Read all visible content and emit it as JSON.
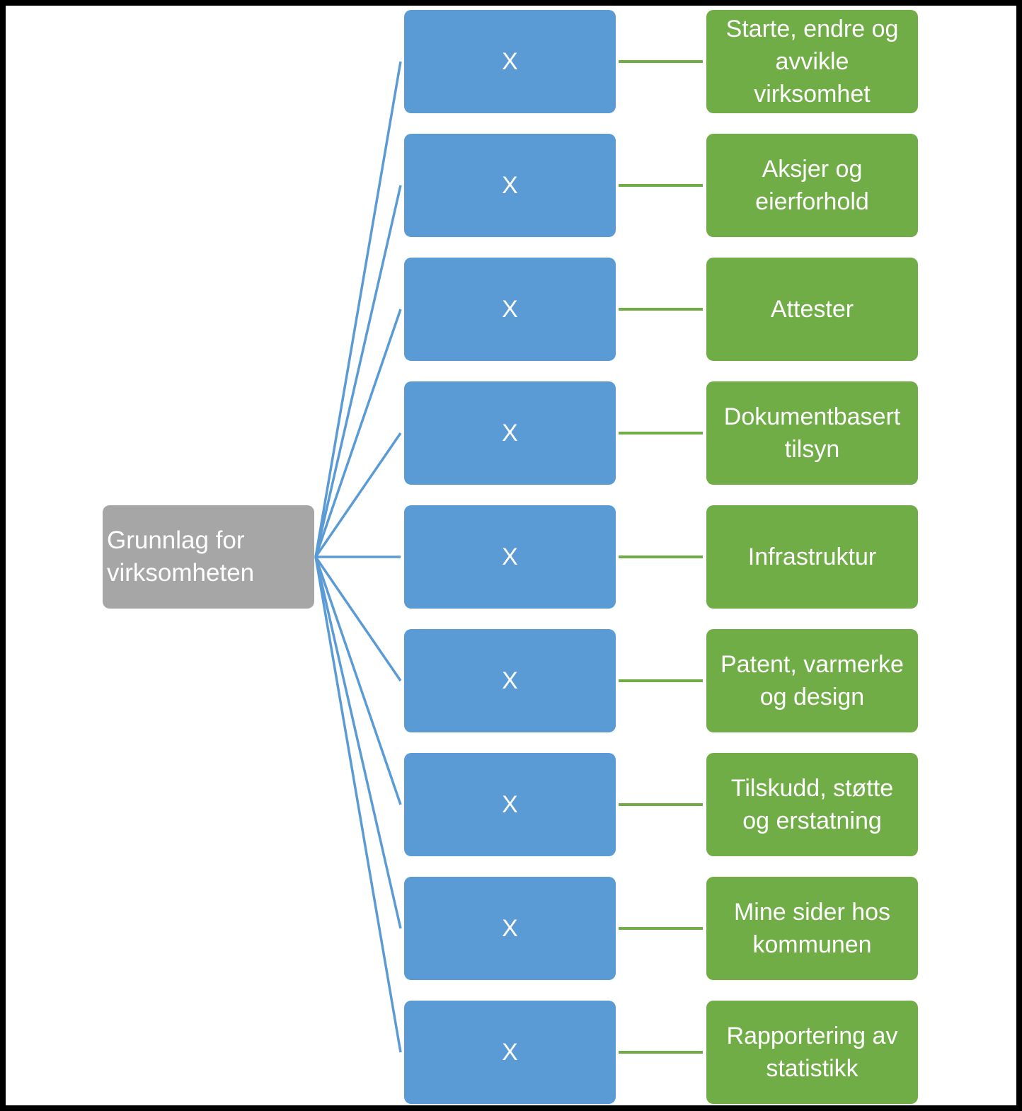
{
  "root": {
    "label": "  Grunnlag for\nvirksomheten"
  },
  "colors": {
    "root_fill": "#a6a6a6",
    "mid_fill": "#5b9bd5",
    "leaf_fill": "#70ad47",
    "mid_connector": "#5b9bd5",
    "leaf_connector": "#70ad47",
    "frame_border": "#000000"
  },
  "rows": [
    {
      "mid_label": "X",
      "leaf_label": "Starte, endre og\navvikle\nvirksomhet"
    },
    {
      "mid_label": "X",
      "leaf_label": "Aksjer og\neierforhold"
    },
    {
      "mid_label": "X",
      "leaf_label": "Attester"
    },
    {
      "mid_label": "X",
      "leaf_label": "Dokumentbasert\ntilsyn"
    },
    {
      "mid_label": "X",
      "leaf_label": "Infrastruktur"
    },
    {
      "mid_label": "X",
      "leaf_label": "Patent, varmerke\nog design"
    },
    {
      "mid_label": "X",
      "leaf_label": "Tilskudd, støtte\nog erstatning"
    },
    {
      "mid_label": "X",
      "leaf_label": "Mine sider hos\nkommunen"
    },
    {
      "mid_label": "X",
      "leaf_label": "Rapportering av\nstatistikk"
    }
  ]
}
